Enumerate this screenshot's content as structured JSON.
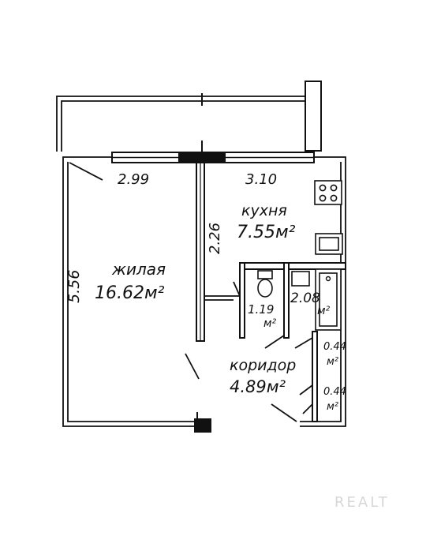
{
  "rooms": {
    "living": {
      "name": "жилая",
      "area": "16.62м²"
    },
    "kitchen": {
      "name": "кухня",
      "area": "7.55м²"
    },
    "corridor": {
      "name": "коридор",
      "area": "4.89м²"
    },
    "toilet": {
      "area": "1.19",
      "unit": "м²"
    },
    "bathroom": {
      "area": "2.08",
      "unit": "м²"
    },
    "closet_1": {
      "area": "0.44",
      "unit": "м²"
    },
    "closet_2": {
      "area": "0.44",
      "unit": "м²"
    }
  },
  "dimensions": {
    "living_width": "2.99",
    "kitchen_width": "3.10",
    "living_length": "5.56",
    "kitchen_depth": "2.26"
  },
  "watermark": "REALT"
}
